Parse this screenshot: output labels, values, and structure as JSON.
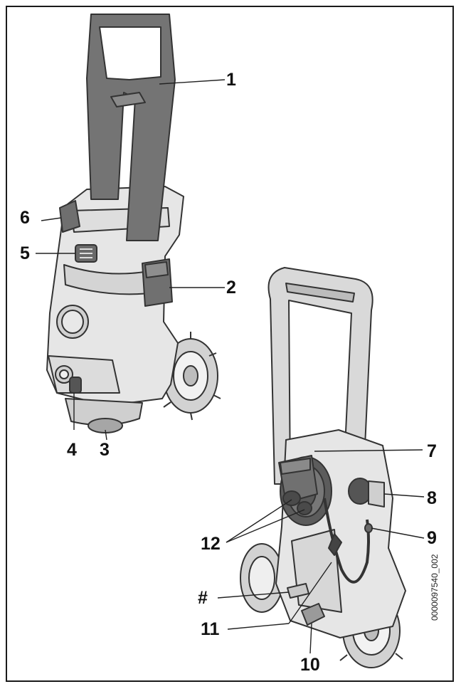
{
  "callouts": {
    "c1": "1",
    "c2": "2",
    "c3": "3",
    "c4": "4",
    "c5": "5",
    "c6": "6",
    "c7": "7",
    "c8": "8",
    "c9": "9",
    "c10": "10",
    "c11": "11",
    "c12": "12",
    "hash": "#"
  },
  "document_code": "0000097540_002",
  "colors": {
    "body_fill": "#e6e6e6",
    "handle_fill": "#737373",
    "dark_part": "#5a5a5a",
    "outline": "#333333",
    "back_handle": "#d9d9d9"
  }
}
